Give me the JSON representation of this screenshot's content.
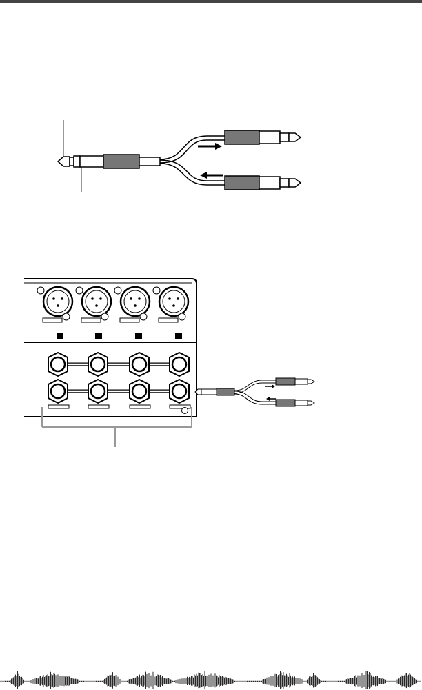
{
  "header": {
    "rule_color": "#444444"
  },
  "diagram_1": {
    "description_icon": "insert-cable-icon",
    "arrow_send": "right",
    "arrow_return": "left",
    "grip_color": "#777777"
  },
  "diagram_2": {
    "xlr_count": 4,
    "jack_rows": 2,
    "jack_columns": 4,
    "bracket_color": "#999999"
  },
  "footer": {
    "waveform_color": "#2a2a2a"
  }
}
